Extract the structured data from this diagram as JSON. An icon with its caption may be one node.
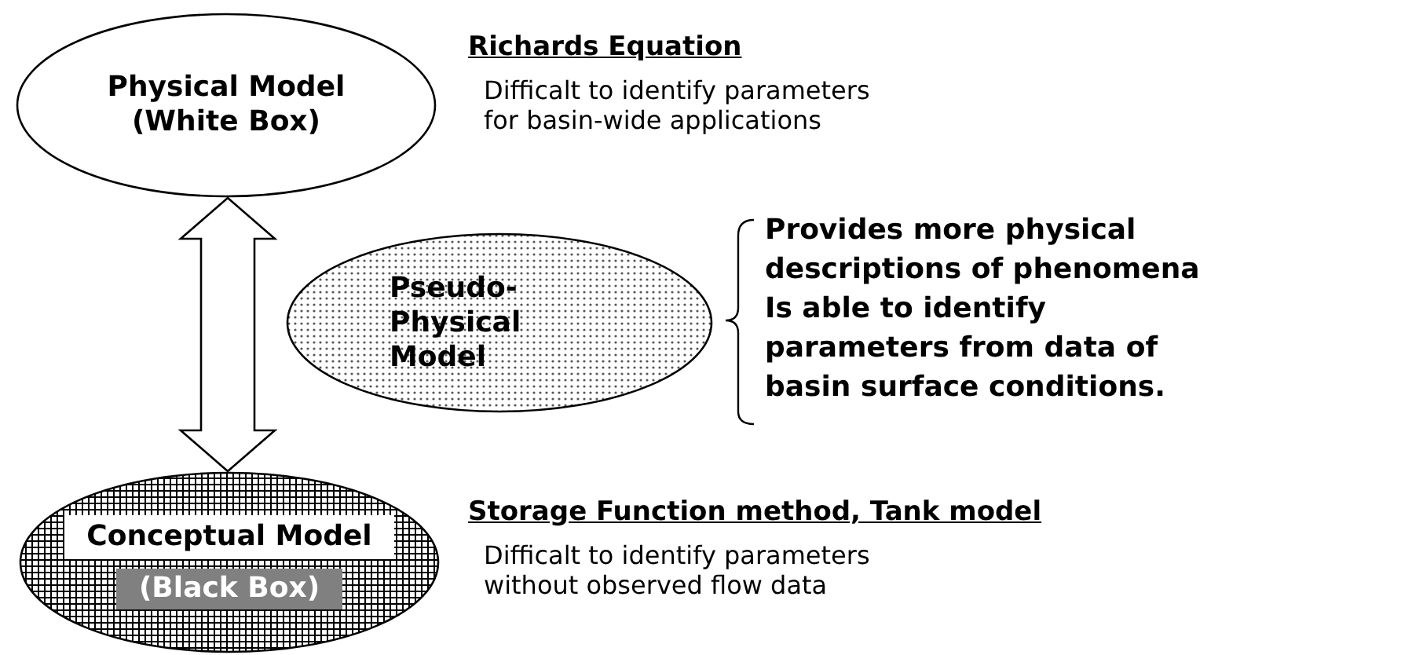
{
  "diagram": {
    "nodes": [
      {
        "text": [
          "Physical Model",
          "(White Box)"
        ],
        "beside": [
          "Richards Equation",
          "Difficalt to identify parameters for basin-wide applications"
        ]
      },
      {
        "text": [
          "Pseudo- Physical Model"
        ],
        "beside": [
          "Provides more physical descriptions of phenomena",
          "Is able to identify parameters from data of basin surface conditions."
        ]
      },
      {
        "text": [
          "Conceptual Model",
          "(Black Box)"
        ],
        "beside": [
          "Storage Function method, Tank model",
          "Difficalt to identify parameters without observed flow data"
        ]
      }
    ],
    "edges": [
      {
        "from": 0,
        "to": 2,
        "arrow": "both"
      }
    ]
  }
}
